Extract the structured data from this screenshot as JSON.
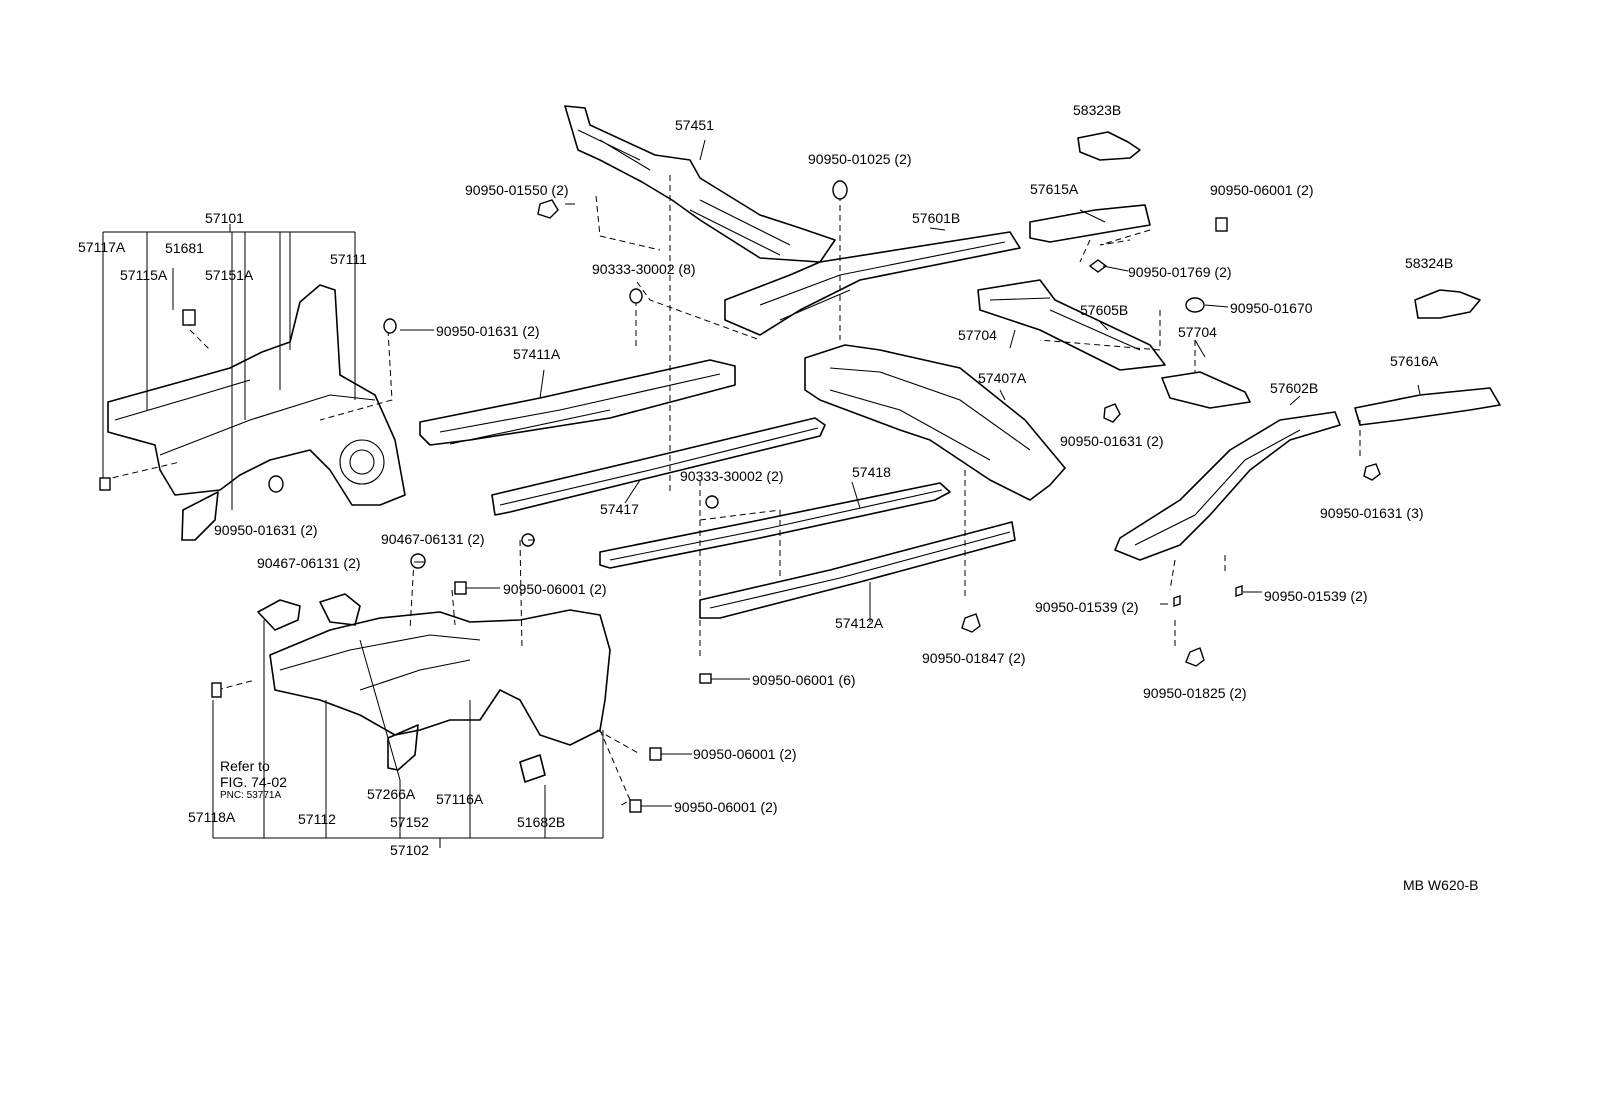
{
  "labels": {
    "p57451": "57451",
    "p58323B": "58323B",
    "p90950_01025": "90950-01025 (2)",
    "p57615A": "57615A",
    "p90950_06001_top": "90950-06001 (2)",
    "p90950_01550": "90950-01550 (2)",
    "p57601B": "57601B",
    "p90333_30002_top": "90333-30002 (8)",
    "p90950_01769": "90950-01769 (2)",
    "p58324B": "58324B",
    "p57101": "57101",
    "p57117A": "57117A",
    "p51681": "51681",
    "p57111": "57111",
    "p57115A": "57115A",
    "p57151A": "57151A",
    "p90950_01631_a": "90950-01631 (2)",
    "p90950_01670": "90950-01670",
    "p57704_a": "57704",
    "p57605B": "57605B",
    "p57704_b": "57704",
    "p57411A": "57411A",
    "p57407A": "57407A",
    "p57616A": "57616A",
    "p57602B": "57602B",
    "p90950_01631_b": "90950-01631 (2)",
    "p57417": "57417",
    "p90333_30002_mid": "90333-30002 (2)",
    "p57418": "57418",
    "p90950_01631_c": "90950-01631 (3)",
    "p90950_01631_d": "90950-01631 (2)",
    "p90467_06131_a": "90467-06131 (2)",
    "p90467_06131_b": "90467-06131 (2)",
    "p90950_06001_b": "90950-06001 (2)",
    "p90950_01539_a": "90950-01539 (2)",
    "p90950_01539_b": "90950-01539 (2)",
    "p57412A": "57412A",
    "p90950_01847": "90950-01847 (2)",
    "p90950_06001_c": "90950-06001 (6)",
    "p90950_01825": "90950-01825 (2)",
    "p90950_06001_d": "90950-06001 (2)",
    "p90950_06001_e": "90950-06001 (2)",
    "refer_line1": "Refer to",
    "refer_line2": "FIG. 74-02",
    "refer_pnc": "PNC: 53771A",
    "p57266A": "57266A",
    "p57116A": "57116A",
    "p57118A": "57118A",
    "p57112": "57112",
    "p57152": "57152",
    "p51682B": "51682B",
    "p57102": "57102",
    "diagram_code": "MB W620-B"
  }
}
